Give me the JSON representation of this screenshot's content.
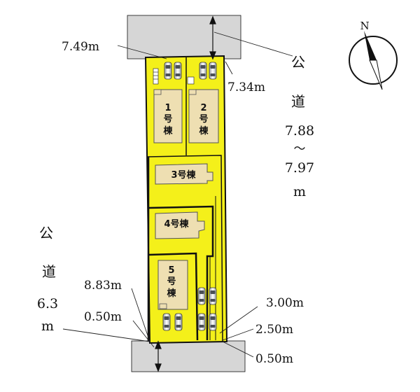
{
  "compass": {
    "north_label": "N",
    "icon": "compass-north-icon"
  },
  "roads": {
    "north_east": {
      "char1": "公",
      "char2": "道",
      "width_top": "7.88",
      "tilde": "〜",
      "width_bottom": "7.97",
      "unit": "m"
    },
    "south_west": {
      "char1": "公",
      "char2": "道",
      "width": "6.3",
      "unit": "m"
    }
  },
  "dimensions": {
    "d_749": "7.49m",
    "d_734": "7.34m",
    "d_883": "8.83m",
    "d_050_left": "0.50m",
    "d_300": "3.00m",
    "d_250": "2.50m",
    "d_050_right": "0.50m"
  },
  "buildings": {
    "b1": {
      "num": "1",
      "ch1": "号",
      "ch2": "棟"
    },
    "b2": {
      "num": "2",
      "ch1": "号",
      "ch2": "棟"
    },
    "b3": {
      "label": "3号棟"
    },
    "b4": {
      "label": "4号棟"
    },
    "b5": {
      "num": "5",
      "ch1": "号",
      "ch2": "棟"
    }
  },
  "colors": {
    "lot_fill": "#f4f01a",
    "building_fill": "#eedfb2",
    "road_fill": "#d6d6d6",
    "boundary": "#111111"
  }
}
